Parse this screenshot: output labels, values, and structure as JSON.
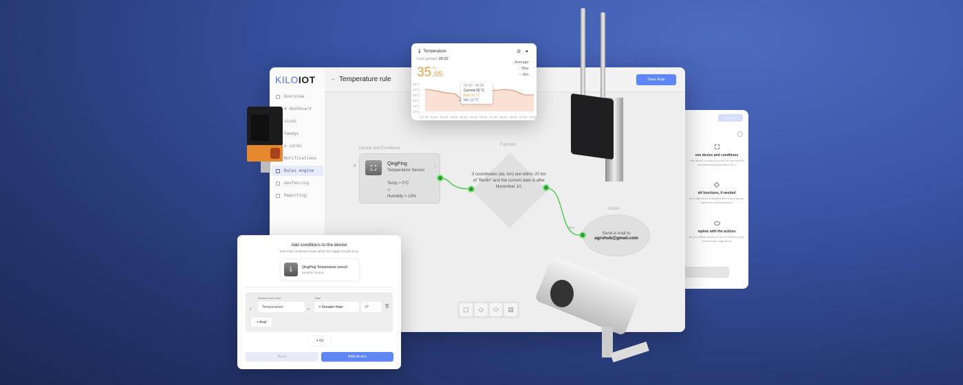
{
  "brand": {
    "logo_light": "KILO",
    "logo_bold": "IOT"
  },
  "sidebar": {
    "items": [
      {
        "label": "Overview",
        "active": false
      },
      {
        "label": "d dashboard",
        "active": false
      },
      {
        "label": "vices",
        "active": false
      },
      {
        "label": "teways",
        "active": false
      },
      {
        "label": "e cards",
        "active": false
      },
      {
        "label": "Notifications",
        "active": false
      },
      {
        "label": "Rules engine",
        "active": true
      },
      {
        "label": "Geofencing",
        "active": false
      },
      {
        "label": "Reporting",
        "active": false
      }
    ]
  },
  "header": {
    "back_icon": "arrow-left-icon",
    "title": "Temperature rule",
    "save_label": "Save Rule"
  },
  "colors": {
    "accent": "#5f86f5",
    "connector": "#3cc43c",
    "temp": "#e8a040",
    "min": "#5a6ee8"
  },
  "flow": {
    "device_section": "Device and Conditions",
    "if_label": "if",
    "device_name": "QingPing",
    "device_type": "Temperature Sensor",
    "cond1": "Temp > 0°C",
    "or": "or",
    "cond2": "Humidity > 18%",
    "function_section": "Function",
    "function_text": "if coordinates (lat, lon) are within 20 km of \"Berlin\" and the current date is after November 10.",
    "action_section": "Action",
    "then_label": "then",
    "action_line1": "Send e-mail to",
    "action_email": "agrohub@gmail.com"
  },
  "toolbar": {
    "icons": [
      "chip-icon",
      "diamond-icon",
      "ellipse-icon",
      "table-icon"
    ]
  },
  "chart_widget": {
    "title": "Temperature",
    "last_update_label": "Last update:",
    "last_update": "20:32",
    "value_int": "35",
    "value_dec": ",05",
    "unit": "°C",
    "legend": [
      "Average",
      "Max",
      "Min"
    ],
    "tooltip": {
      "range": "04:00 - 05:00",
      "current": "Current 25 °C",
      "max": "Max 21 °C",
      "min": "Min 16 °C"
    },
    "chart_data": {
      "type": "area",
      "x": [
        "00:00",
        "01:00",
        "02:00",
        "03:00",
        "04:00",
        "05:00",
        "06:00",
        "07:00",
        "08:00",
        "09:00",
        "10:00",
        "11:00"
      ],
      "y_ticks": [
        "60°C",
        "50°C",
        "40°C",
        "30°C",
        "20°C",
        "10°C"
      ],
      "series": [
        {
          "name": "Max",
          "values": [
            50,
            48,
            44,
            42,
            28,
            28,
            45,
            48,
            50,
            48,
            40,
            40
          ]
        },
        {
          "name": "Min",
          "values": [
            null,
            null,
            null,
            null,
            30,
            null,
            null,
            null,
            null,
            null,
            null,
            null
          ]
        }
      ],
      "ylim": [
        10,
        60
      ]
    }
  },
  "right_panel": {
    "save_label": "Save rule",
    "steps": [
      {
        "title": "ose device and conditions",
        "desc": "t the device to which you will the rule and set the necessary parameters for it"
      },
      {
        "title": "dd functions, if needed",
        "desc": "se a logic block to analyze the of your inputs, some text about functions"
      },
      {
        "title": "mplete with the actions",
        "desc": "ne or multiple actions to your ct based on the result of your logic block"
      }
    ]
  },
  "conditions_dialog": {
    "title": "Add conditions to the device",
    "subtitle": "Select the conditions under which the trigger should occur",
    "device_name": "QingPing Temperature sensor",
    "device_sub": "Weather Station",
    "if_label": "If",
    "field_label": "Measurement field",
    "field_value": "Temperature",
    "is_label": "Is",
    "state_label": "State",
    "state_value": "> Greater than",
    "value": "0°",
    "and_label": "+ And",
    "or_label": "+ Or",
    "back_label": "Back",
    "add_label": "Add device"
  }
}
